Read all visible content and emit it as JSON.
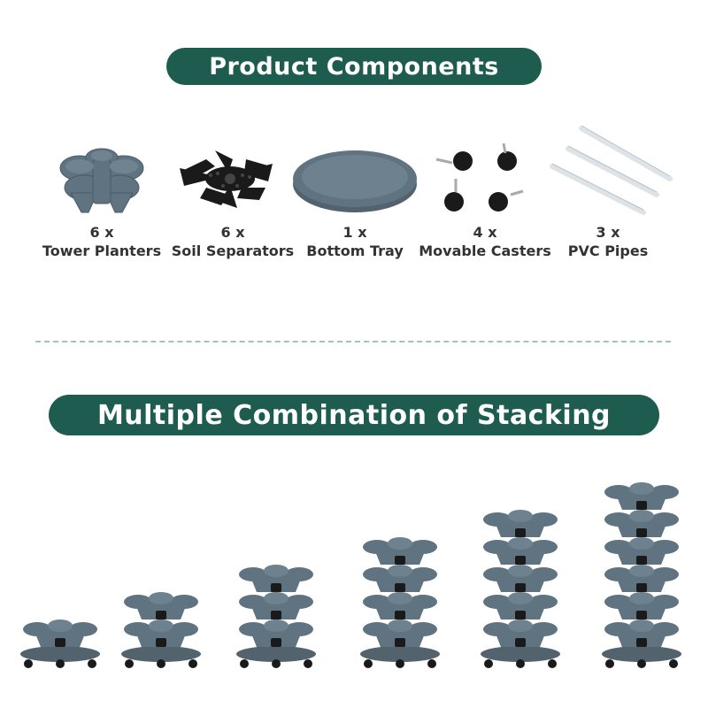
{
  "header": {
    "title": "Product Components"
  },
  "components": [
    {
      "qty": "6 x",
      "name": "Tower Planters",
      "icon": "tower-planter-icon"
    },
    {
      "qty": "6 x",
      "name": "Soil Separators",
      "icon": "soil-separator-icon"
    },
    {
      "qty": "1 x",
      "name": "Bottom Tray",
      "icon": "bottom-tray-icon"
    },
    {
      "qty": "4 x",
      "name": "Movable Casters",
      "icon": "casters-icon"
    },
    {
      "qty": "3 x",
      "name": "PVC Pipes",
      "icon": "pvc-pipes-icon"
    }
  ],
  "stacking": {
    "title": "Multiple Combination of Stacking",
    "tier_counts": [
      1,
      2,
      3,
      4,
      5,
      6
    ]
  },
  "colors": {
    "accent": "#1d5c4e",
    "planter": "#5f7380",
    "separator": "#1a1a1a",
    "divider": "#9cc7bd",
    "text": "#333333"
  }
}
